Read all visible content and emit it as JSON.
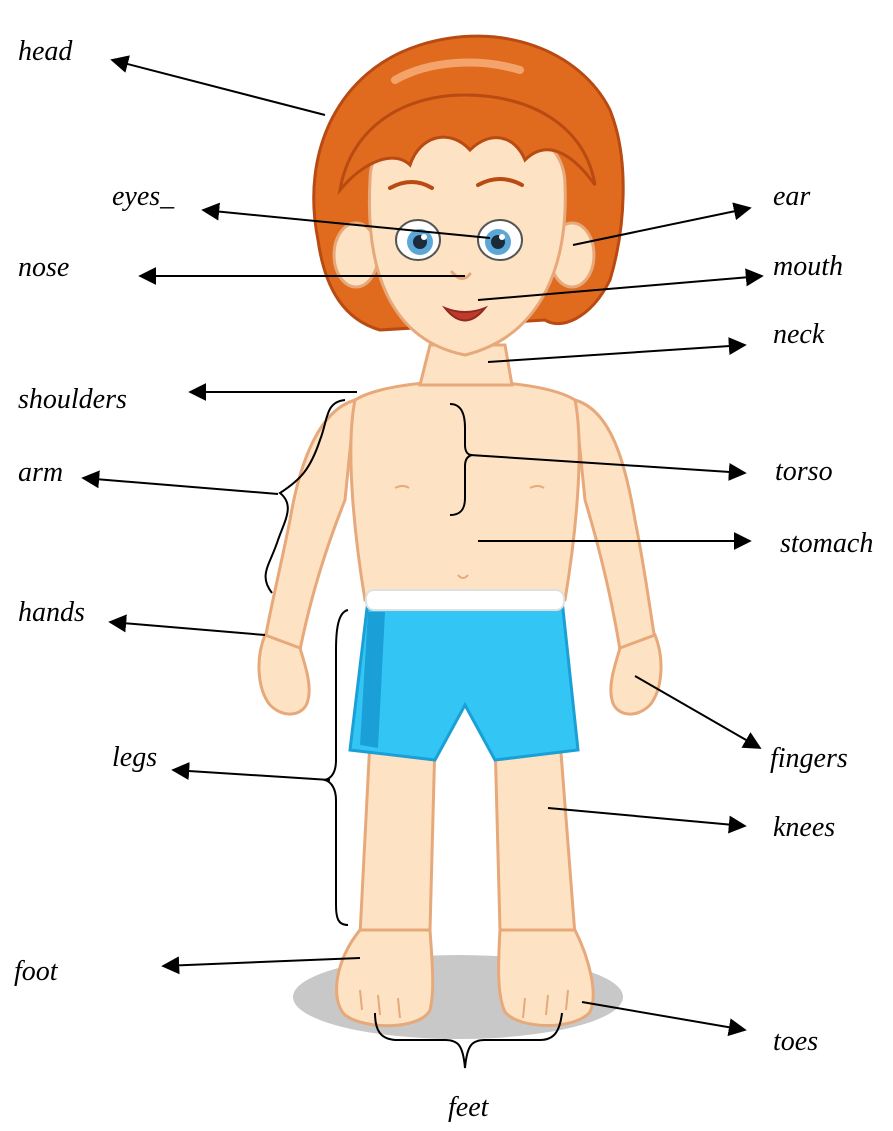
{
  "labels": {
    "head": "head",
    "eyes": "eyes_",
    "ear": "ear",
    "nose": "nose",
    "mouth": "mouth",
    "neck": "neck",
    "shoulders": "shoulders",
    "torso": "torso",
    "arm": "arm",
    "stomach": "stomach",
    "hands": "hands",
    "fingers": "fingers",
    "legs": "legs",
    "knees": "knees",
    "foot": "foot",
    "toes": "toes",
    "feet": "feet"
  },
  "colors": {
    "skin": "#fde3c4",
    "skin_outline": "#e7a87a",
    "hair": "#e06a1e",
    "hair_dark": "#b84a12",
    "shorts": "#33c6f5",
    "shorts_dark": "#1a9fd6",
    "waistband": "#ffffff",
    "eye": "#5aa7d8",
    "mouth": "#c0392b",
    "shadow": "#c8c8c8",
    "line": "#000000"
  }
}
